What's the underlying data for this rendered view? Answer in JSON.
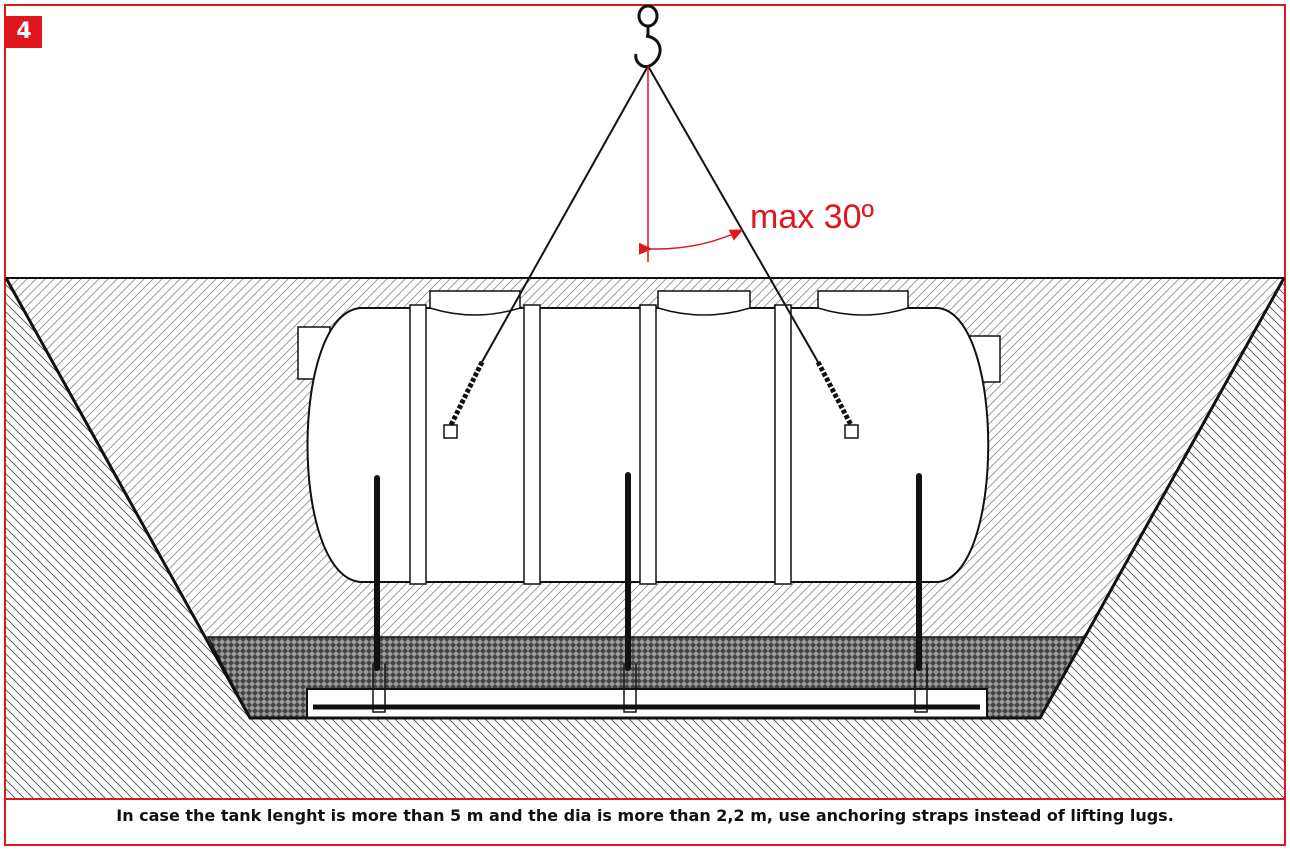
{
  "step_number": "4",
  "angle_label": "max 30º",
  "caption": "In case the tank lenght is more than 5 m and the dia is more than 2,2 m, use anchoring straps instead of lifting lugs.",
  "colors": {
    "accent": "#e0161f",
    "line": "#111111",
    "hatch": "#8a8a8a"
  },
  "icons": [
    "crane-hook-icon"
  ]
}
